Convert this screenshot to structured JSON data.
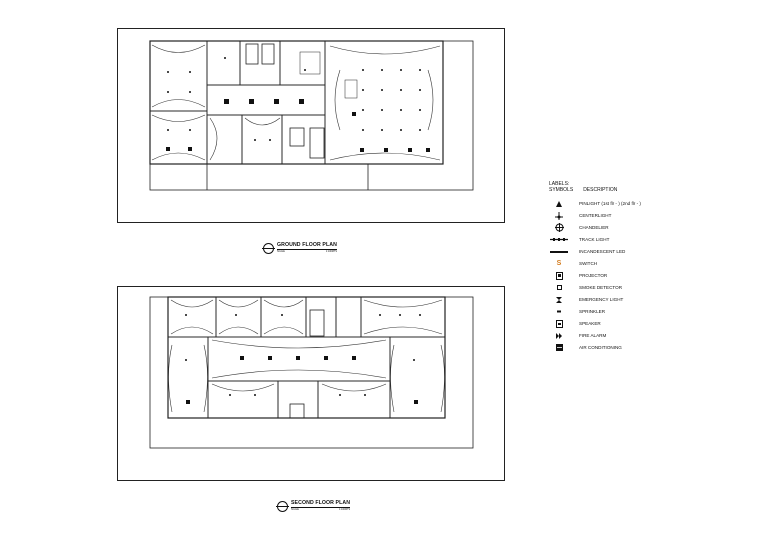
{
  "drawings": [
    {
      "id": "ground",
      "title": "GROUND FLOOR PLAN",
      "scale": "SCALE",
      "ref": "1:100MTS"
    },
    {
      "id": "second",
      "title": "SECOND FLOOR PLAN",
      "scale": "SCALE",
      "ref": "1:100MTS"
    }
  ],
  "legend": {
    "heading": "LABELS:",
    "col_symbols": "SYMBOLS",
    "col_description": "DESCRIPTION",
    "items": [
      {
        "icon": "pinlight-icon",
        "label": "PINLIGHT (1st flr - ) (2nd flr - )"
      },
      {
        "icon": "centerlight-icon",
        "label": "CENTERLIGHT"
      },
      {
        "icon": "chandelier-icon",
        "label": "CHANDELIER"
      },
      {
        "icon": "track-light-icon",
        "label": "TRACK LIGHT"
      },
      {
        "icon": "incandescent-led-icon",
        "label": "INCANDESCENT LED"
      },
      {
        "icon": "switch-icon",
        "label": "SWITCH",
        "glyph": "S",
        "color": "#d27a1c"
      },
      {
        "icon": "projector-icon",
        "label": "PROJECTOR"
      },
      {
        "icon": "smoke-detector-icon",
        "label": "SMOKE DETECTOR"
      },
      {
        "icon": "emergency-light-icon",
        "label": "EMERGENCY LIGHT"
      },
      {
        "icon": "sprinkler-icon",
        "label": "SPRINKLER"
      },
      {
        "icon": "speaker-icon",
        "label": "SPEAKER"
      },
      {
        "icon": "fire-alarm-icon",
        "label": "FIRE ALARM"
      },
      {
        "icon": "air-conditioning-icon",
        "label": "AIR CONDITIONING"
      }
    ]
  }
}
